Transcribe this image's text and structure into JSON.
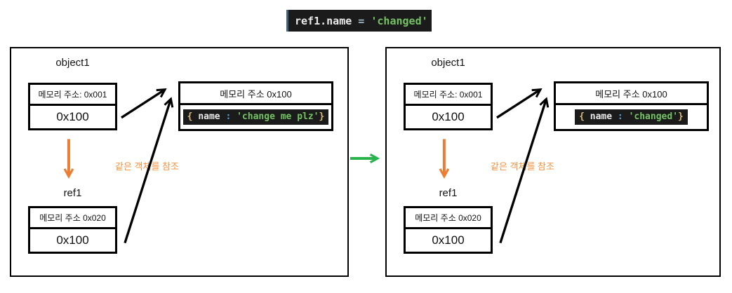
{
  "title_code": {
    "target": "ref1.name",
    "operator": " = ",
    "value": "'changed'"
  },
  "panels": [
    {
      "name": "before",
      "object_label": "object1",
      "stack_box": {
        "header": "메모리 주소: 0x001",
        "value": "0x100"
      },
      "heap_box": {
        "header": "메모리 주소 0x100",
        "code": {
          "open": "{ ",
          "key": "name",
          "colon": " : ",
          "value": "'change me plz'",
          "close": "}"
        }
      },
      "annotation": "같은 객체를 참조",
      "ref_label": "ref1",
      "ref_box": {
        "header": "메모리 주소 0x020",
        "value": "0x100"
      }
    },
    {
      "name": "after",
      "object_label": "object1",
      "stack_box": {
        "header": "메모리 주소: 0x001",
        "value": "0x100"
      },
      "heap_box": {
        "header": "메모리 주소 0x100",
        "code": {
          "open": "{ ",
          "key": "name",
          "colon": " : ",
          "value": "'changed'",
          "close": "}"
        }
      },
      "annotation": "같은 객체를 참조",
      "ref_label": "ref1",
      "ref_box": {
        "header": "메모리 주소 0x020",
        "value": "0x100"
      }
    }
  ],
  "colors": {
    "code_background": "#1b1b1b",
    "code_text": "#e9e9e9",
    "operator_blue": "#9cb6c6",
    "colon_blue": "#569cd6",
    "string_green": "#74c263",
    "brace_gold": "#d7ba7d",
    "accent_orange": "#ed7d31",
    "annotation_orange": "#f5913e",
    "transition_green": "#29b34b",
    "border_black": "#000000"
  }
}
